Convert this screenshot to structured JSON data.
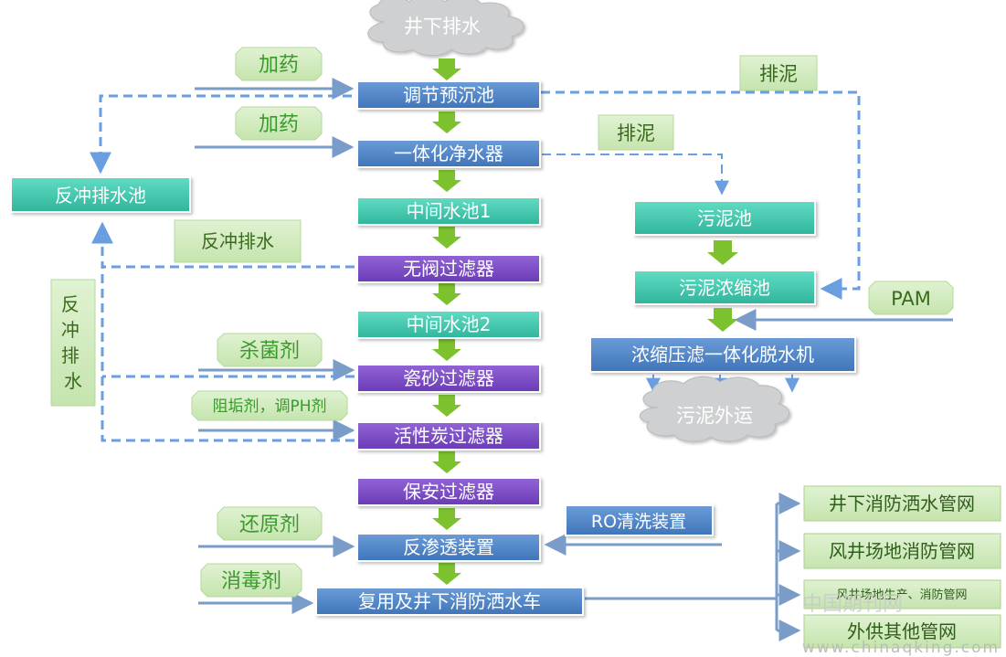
{
  "colors": {
    "blue": "#4f86c9",
    "teal": "#3ec9b0",
    "purple": "#7b49c7",
    "green_label": "#d4ecc4",
    "arrow_green": "#7cc12e",
    "line_blue": "#7a9cc8",
    "dash_blue": "#6a9ee0",
    "cloud_gray": "#cfd0d2"
  },
  "source": "井下排水",
  "main_chain": [
    "调节预沉池",
    "一体化净水器",
    "中间水池1",
    "无阀过滤器",
    "中间水池2",
    "瓷砂过滤器",
    "活性炭过滤器",
    "保安过滤器",
    "反渗透装置",
    "复用及井下消防洒水车"
  ],
  "chemicals": {
    "dose1": "加药",
    "dose2": "加药",
    "bactericide": "杀菌剂",
    "scale_ph": "阻垢剂，调PH剂",
    "reductant": "还原剂",
    "disinfectant": "消毒剂"
  },
  "backwash": {
    "pool": "反冲排水池",
    "drain_label": "反冲排水",
    "vertical_label": "反冲排水"
  },
  "sludge": {
    "discharge1": "排泥",
    "discharge2": "排泥",
    "pond": "污泥池",
    "thickener": "污泥浓缩池",
    "pam": "PAM",
    "press": "浓缩压滤一体化脱水机",
    "transport": "污泥外运"
  },
  "ro_cleaning": "RO清洗装置",
  "outputs": [
    "井下消防洒水管网",
    "风井场地消防管网",
    "风井场地生产、消防管网",
    "外供其他管网"
  ],
  "watermark": {
    "cn": "中国期刊网",
    "url": "www.chinaqking.com"
  }
}
